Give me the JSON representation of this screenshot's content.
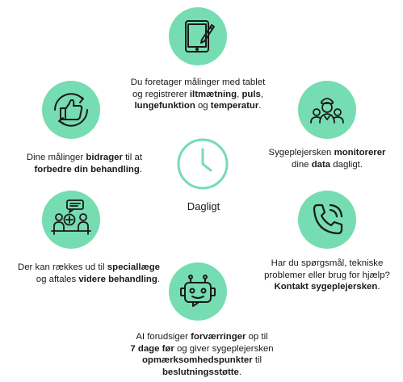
{
  "center": {
    "label": "Dagligt",
    "icon": "clock-icon"
  },
  "accent_color": "#76dcb2",
  "steps": [
    {
      "id": "tablet",
      "icon": "tablet-pen-icon",
      "lines": [
        [
          {
            "t": "Du foretager målinger med tablet",
            "b": false
          }
        ],
        [
          {
            "t": "og registrerer ",
            "b": false
          },
          {
            "t": "iltmætning",
            "b": true
          },
          {
            "t": ", ",
            "b": false
          },
          {
            "t": "puls",
            "b": true
          },
          {
            "t": ",",
            "b": false
          }
        ],
        [
          {
            "t": "lungefunktion",
            "b": true
          },
          {
            "t": " og ",
            "b": false
          },
          {
            "t": "temperatur",
            "b": true
          },
          {
            "t": ".",
            "b": false
          }
        ]
      ]
    },
    {
      "id": "nurse",
      "icon": "nurse-team-icon",
      "lines": [
        [
          {
            "t": "Sygeplejersken ",
            "b": false
          },
          {
            "t": "monitorerer",
            "b": true
          }
        ],
        [
          {
            "t": "dine ",
            "b": false
          },
          {
            "t": "data",
            "b": true
          },
          {
            "t": " dagligt.",
            "b": false
          }
        ]
      ]
    },
    {
      "id": "phone",
      "icon": "phone-icon",
      "lines": [
        [
          {
            "t": "Har du spørgsmål, tekniske",
            "b": false
          }
        ],
        [
          {
            "t": "problemer eller brug for hjælp?",
            "b": false
          }
        ],
        [
          {
            "t": "Kontakt sygeplejersken",
            "b": true
          },
          {
            "t": ".",
            "b": false
          }
        ]
      ]
    },
    {
      "id": "ai",
      "icon": "robot-icon",
      "lines": [
        [
          {
            "t": "AI forudsiger ",
            "b": false
          },
          {
            "t": "forværringer",
            "b": true
          },
          {
            "t": " op til",
            "b": false
          }
        ],
        [
          {
            "t": "7 dage før",
            "b": true
          },
          {
            "t": " og giver sygeplejersken",
            "b": false
          }
        ],
        [
          {
            "t": "opmærksomhedspunkter",
            "b": true
          },
          {
            "t": " til",
            "b": false
          }
        ],
        [
          {
            "t": "beslutningsstøtte",
            "b": true
          },
          {
            "t": ".",
            "b": false
          }
        ]
      ]
    },
    {
      "id": "specialist",
      "icon": "consultation-icon",
      "lines": [
        [
          {
            "t": "Der kan rækkes ud til ",
            "b": false
          },
          {
            "t": "speciallæge",
            "b": true
          }
        ],
        [
          {
            "t": "og aftales ",
            "b": false
          },
          {
            "t": "videre behandling",
            "b": true
          },
          {
            "t": ".",
            "b": false
          }
        ]
      ]
    },
    {
      "id": "thumbs",
      "icon": "thumbs-up-cycle-icon",
      "lines": [
        [
          {
            "t": "Dine målinger ",
            "b": false
          },
          {
            "t": "bidrager",
            "b": true
          },
          {
            "t": " til at",
            "b": false
          }
        ],
        [
          {
            "t": "forbedre din behandling",
            "b": true
          },
          {
            "t": ".",
            "b": false
          }
        ]
      ]
    }
  ]
}
